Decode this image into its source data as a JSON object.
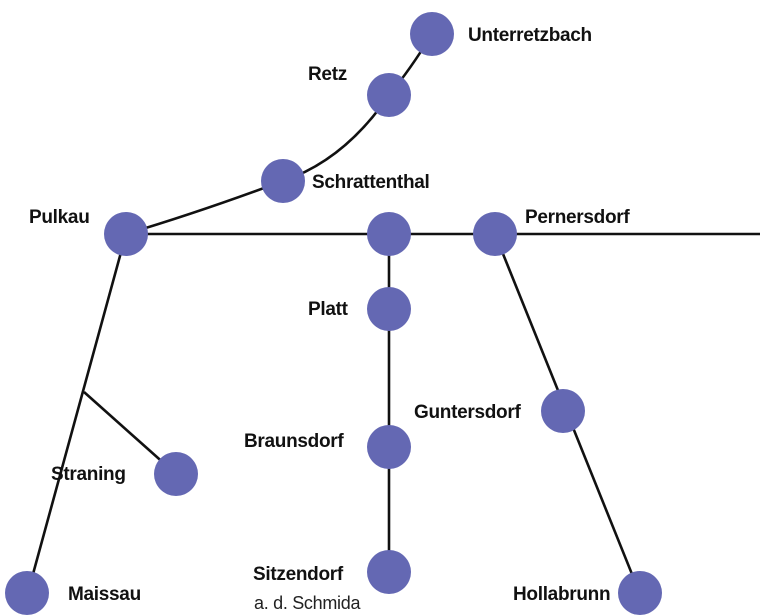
{
  "colors": {
    "station_fill": "#6468b3",
    "line": "#111111",
    "text": "#111111"
  },
  "stations": {
    "unterretzbach": "Unterretzbach",
    "retz": "Retz",
    "schrattenthal": "Schrattenthal",
    "pulkau": "Pulkau",
    "pernersdorf": "Pernersdorf",
    "platt": "Platt",
    "guntersdorf": "Guntersdorf",
    "braunsdorf": "Braunsdorf",
    "straning": "Straning",
    "sitzendorf": "Sitzendorf",
    "sitzendorf_sub": "a. d. Schmida",
    "maissau": "Maissau",
    "hollabrunn": "Hollabrunn"
  }
}
